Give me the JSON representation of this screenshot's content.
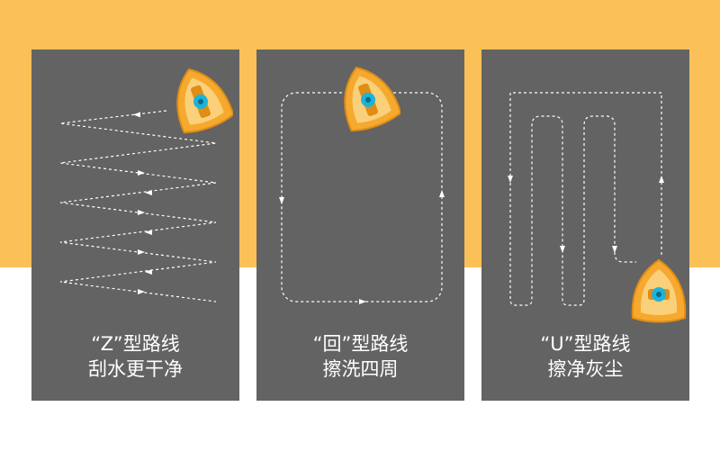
{
  "colors": {
    "band": "#fbc057",
    "background": "#ffffff",
    "panel": "#636363",
    "path": "#ffffff",
    "robot_body": "#f6a92f",
    "robot_edge": "#e08d15",
    "robot_light": "#fbd07a",
    "nozzle": "#1db3d8",
    "caption": "#ffffff"
  },
  "robot_icon": "window-cleaning-robot-icon",
  "panels": [
    {
      "id": "z",
      "pattern": "zigzag",
      "line1": "“Z”型路线",
      "line2": "刮水更干净"
    },
    {
      "id": "hui",
      "pattern": "perimeter-loop",
      "line1": "“回”型路线",
      "line2": "擦洗四周"
    },
    {
      "id": "u",
      "pattern": "serpentine",
      "line1": "“U”型路线",
      "line2": "擦净灰尘"
    }
  ]
}
